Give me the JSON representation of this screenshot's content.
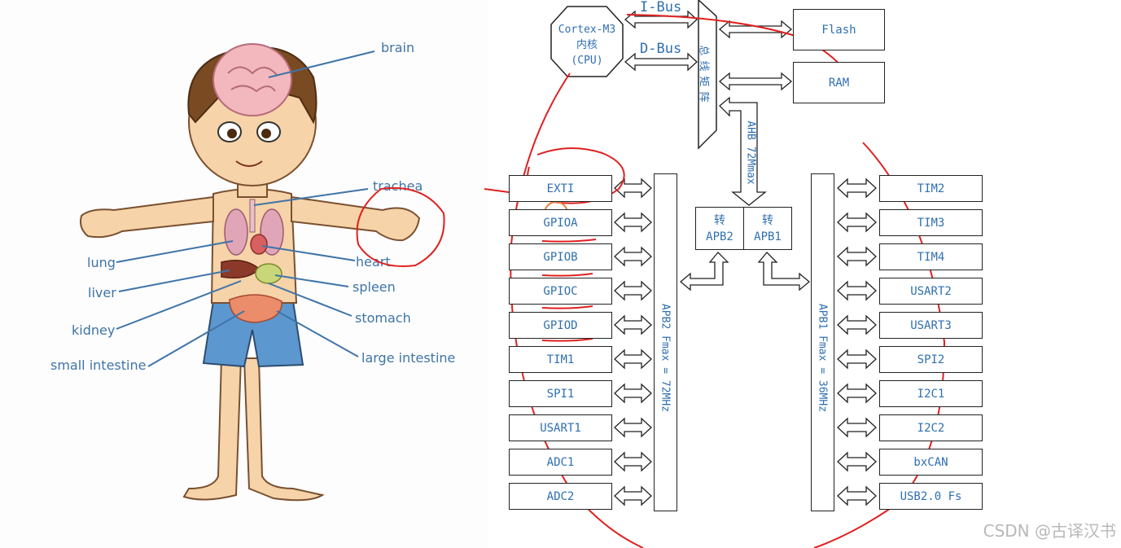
{
  "anatomy": {
    "labels": {
      "brain": "brain",
      "trachea": "trachea",
      "lung": "lung",
      "heart": "heart",
      "liver": "liver",
      "spleen": "spleen",
      "kidney": "kidney",
      "stomach": "stomach",
      "small_intestine": "small intestine",
      "large_intestine": "large intestine"
    }
  },
  "architecture": {
    "cpu": {
      "line1": "Cortex-M3",
      "line2": "内核",
      "line3": "(CPU)"
    },
    "ibus": "I-Bus",
    "dbus": "D-Bus",
    "bus_matrix": "总线矩阵",
    "flash": "Flash",
    "ram": "RAM",
    "ahb": "AHB 72Mmax",
    "bridge_apb2": {
      "top": "转",
      "bottom": "APB2"
    },
    "bridge_apb1": {
      "top": "转",
      "bottom": "APB1"
    },
    "apb2_bus": "APB2 Fmax = 72MHz",
    "apb1_bus": "APB1 Fmax = 36MHz",
    "apb2_peripherals": [
      "EXTI",
      "GPIOA",
      "GPIOB",
      "GPIOC",
      "GPIOD",
      "TIM1",
      "SPI1",
      "USART1",
      "ADC1",
      "ADC2"
    ],
    "apb1_peripherals": [
      "TIM2",
      "TIM3",
      "TIM4",
      "USART2",
      "USART3",
      "SPI2",
      "I2C1",
      "I2C2",
      "bxCAN",
      "USB2.0 Fs"
    ]
  },
  "watermark": "CSDN @古译汉书"
}
